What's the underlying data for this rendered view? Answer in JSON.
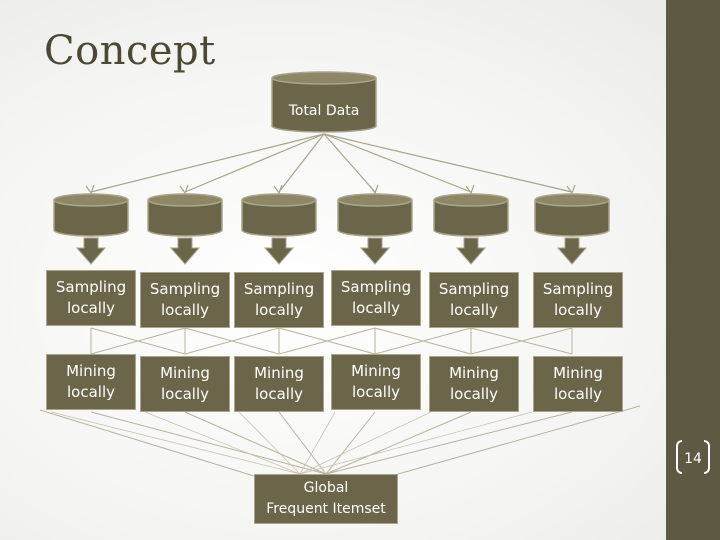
{
  "slide": {
    "title": "Concept",
    "page_number": "14",
    "colors": {
      "box_fill": "#6b6649",
      "box_border": "#a9a48a",
      "accent_bar": "#5e5942",
      "text": "#ffffff",
      "title": "#4c4833"
    }
  },
  "diagram": {
    "source_label": "Total Data",
    "sampling_nodes": [
      "Sampling locally",
      "Sampling locally",
      "Sampling locally",
      "Sampling locally",
      "Sampling locally",
      "Sampling locally"
    ],
    "mining_nodes": [
      "Mining locally",
      "Mining locally",
      "Mining locally",
      "Mining locally",
      "Mining locally",
      "Mining locally"
    ],
    "result": {
      "line1": "Global",
      "line2": "Frequent Itemset"
    }
  }
}
